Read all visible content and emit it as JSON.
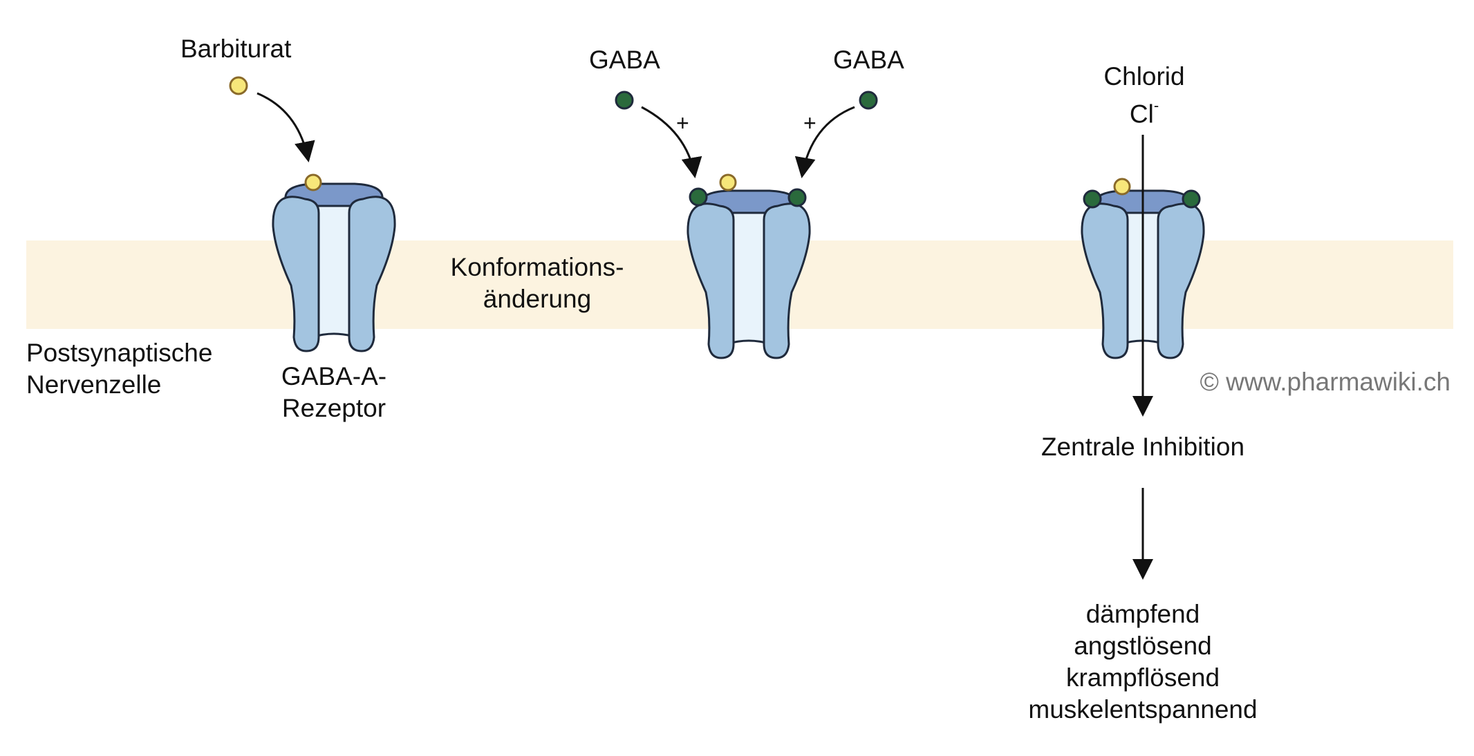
{
  "labels": {
    "barbiturat": "Barbiturat",
    "gaba_left": "GABA",
    "gaba_right": "GABA",
    "plus_left": "+",
    "plus_right": "+",
    "chlorid": "Chlorid",
    "chloride_symbol": "Cl",
    "chloride_charge": "-",
    "konformation_line1": "Konformations-",
    "konformation_line2": "änderung",
    "cell_line1": "Postsynaptische",
    "cell_line2": "Nervenzelle",
    "receptor_line1": "GABA-A-",
    "receptor_line2": "Rezeptor",
    "copyright": "© www.pharmawiki.ch",
    "inhibition": "Zentrale Inhibition",
    "effects": [
      "dämpfend",
      "angstlösend",
      "krampflösend",
      "muskelentspannend"
    ]
  },
  "colors": {
    "membrane": "#fcf3e0",
    "receptor_subunit": "#a3c4e0",
    "receptor_channel": "#e8f3fb",
    "receptor_cap": "#7b98c9",
    "outline": "#1f2a3c",
    "barbiturate": "#f7e77a",
    "barbiturate_outline": "#8a6a2a",
    "gaba": "#2a6a3c"
  },
  "icons": {
    "barbiturate": "yellow-circle",
    "gaba": "green-circle"
  }
}
